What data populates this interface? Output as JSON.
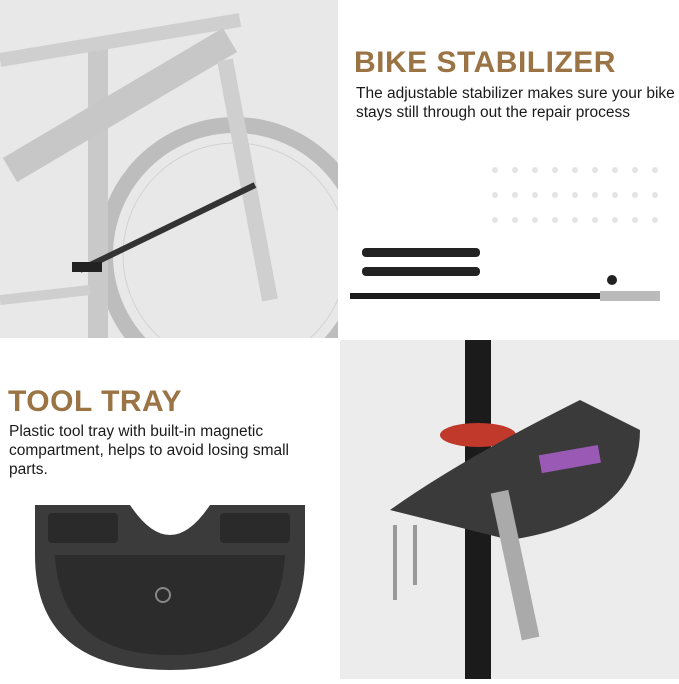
{
  "stabilizer": {
    "title": "BIKE STABILIZER",
    "description": "The adjustable stabilizer makes sure your bike stays still through out the repair process"
  },
  "tray": {
    "title": "TOOL TRAY",
    "description": "Plastic tool tray with built-in magnetic compartment, helps to avoid losing small parts."
  },
  "colors": {
    "accent": "#9b7445",
    "panel": "#e9e9e9"
  }
}
